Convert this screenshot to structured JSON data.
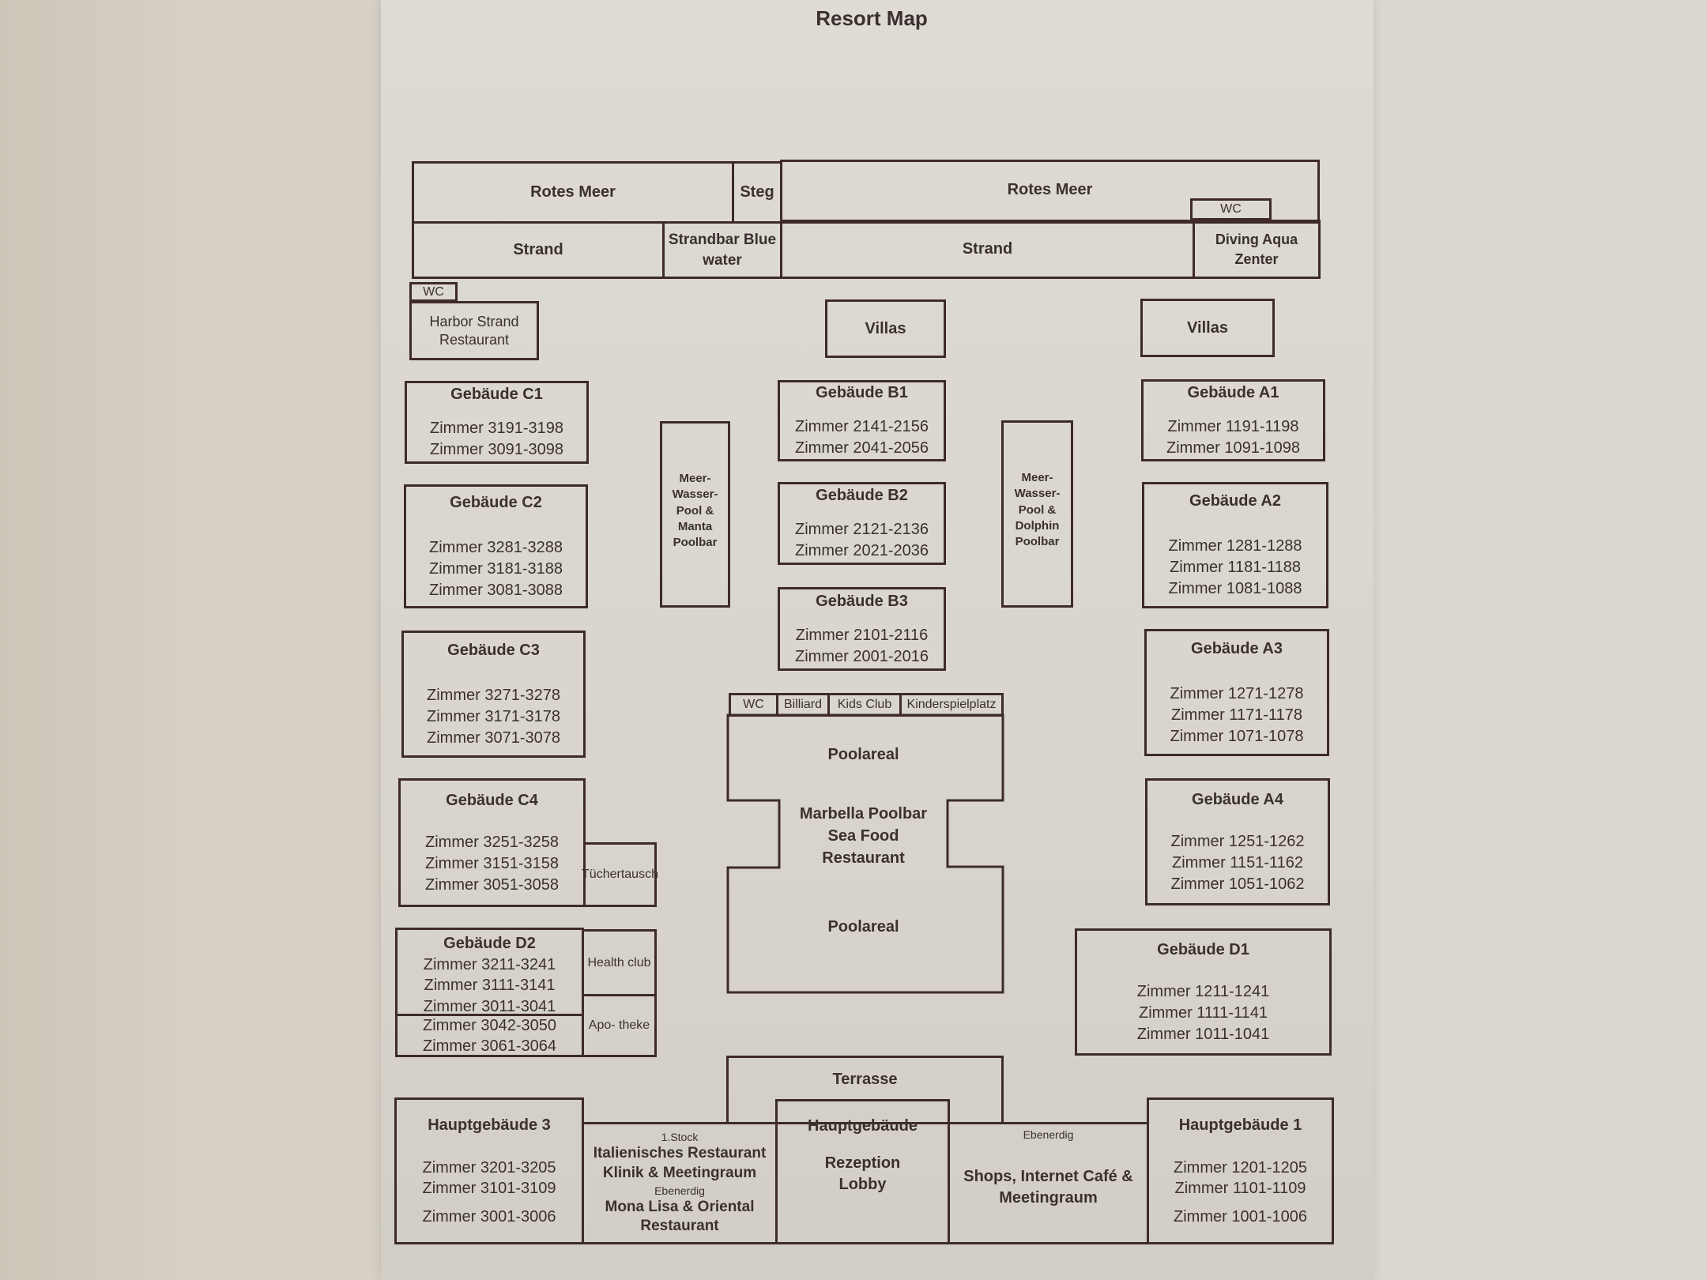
{
  "title": "Resort Map",
  "top": {
    "sea_left": "Rotes Meer",
    "pier": "Steg",
    "sea_right": "Rotes Meer",
    "wc": "WC",
    "beach_left": "Strand",
    "beach_bar": "Strandbar Blue water",
    "beach_right": "Strand",
    "diving": "Diving Aqua Zenter"
  },
  "harbor": {
    "wc": "WC",
    "name": "Harbor Strand Restaurant"
  },
  "villas": [
    "Villas",
    "Villas"
  ],
  "pools": {
    "left": "Meer-Wasser-Pool & Manta Poolbar",
    "right": "Meer-Wasser-Pool & Dolphin Poolbar"
  },
  "buildings": {
    "c1": {
      "name": "Gebäude C1",
      "rooms": [
        "Zimmer 3191-3198",
        "Zimmer 3091-3098"
      ]
    },
    "c2": {
      "name": "Gebäude C2",
      "rooms": [
        "Zimmer 3281-3288",
        "Zimmer 3181-3188",
        "Zimmer 3081-3088"
      ]
    },
    "c3": {
      "name": "Gebäude C3",
      "rooms": [
        "Zimmer 3271-3278",
        "Zimmer 3171-3178",
        "Zimmer 3071-3078"
      ]
    },
    "c4": {
      "name": "Gebäude C4",
      "rooms": [
        "Zimmer 3251-3258",
        "Zimmer 3151-3158",
        "Zimmer 3051-3058"
      ]
    },
    "d2": {
      "name": "Gebäude D2",
      "rooms": [
        "Zimmer 3211-3241",
        "Zimmer 3111-3141",
        "Zimmer 3011-3041",
        "Zimmer 3042-3050",
        "Zimmer 3061-3064"
      ]
    },
    "b1": {
      "name": "Gebäude B1",
      "rooms": [
        "Zimmer 2141-2156",
        "Zimmer 2041-2056"
      ]
    },
    "b2": {
      "name": "Gebäude B2",
      "rooms": [
        "Zimmer 2121-2136",
        "Zimmer 2021-2036"
      ]
    },
    "b3": {
      "name": "Gebäude B3",
      "rooms": [
        "Zimmer 2101-2116",
        "Zimmer 2001-2016"
      ]
    },
    "a1": {
      "name": "Gebäude A1",
      "rooms": [
        "Zimmer 1191-1198",
        "Zimmer 1091-1098"
      ]
    },
    "a2": {
      "name": "Gebäude A2",
      "rooms": [
        "Zimmer 1281-1288",
        "Zimmer 1181-1188",
        "Zimmer 1081-1088"
      ]
    },
    "a3": {
      "name": "Gebäude A3",
      "rooms": [
        "Zimmer 1271-1278",
        "Zimmer 1171-1178",
        "Zimmer 1071-1078"
      ]
    },
    "a4": {
      "name": "Gebäude A4",
      "rooms": [
        "Zimmer 1251-1262",
        "Zimmer 1151-1162",
        "Zimmer 1051-1062"
      ]
    },
    "d1": {
      "name": "Gebäude D1",
      "rooms": [
        "Zimmer 1211-1241",
        "Zimmer 1111-1141",
        "Zimmer 1011-1041"
      ]
    }
  },
  "facilities": {
    "towel": "Tüchertausch",
    "health": "Health club",
    "pharmacy": "Apo- theke"
  },
  "pool_area": {
    "wc": "WC",
    "billiard": "Billiard",
    "kids": "Kids Club",
    "playground": "Kinderspielplatz",
    "area_top": "Poolareal",
    "center": [
      "Marbella Poolbar",
      "Sea Food",
      "Restaurant"
    ],
    "area_bottom": "Poolareal"
  },
  "terrace": "Terrasse",
  "main": {
    "h3": {
      "name": "Hauptgebäude 3",
      "rooms": [
        "Zimmer 3201-3205",
        "Zimmer 3101-3109",
        "Zimmer 3001-3006"
      ]
    },
    "italian": {
      "floor1": "1.Stock",
      "line1": "Italienisches Restaurant",
      "line2": "Klinik & Meetingraum",
      "ground": "Ebenerdig",
      "line3": "Mona Lisa & Oriental Restaurant"
    },
    "center": {
      "name": "Hauptgebäude",
      "line1": "Rezeption",
      "line2": "Lobby"
    },
    "shops": {
      "ground": "Ebenerdig",
      "text": "Shops, Internet Café & Meetingraum"
    },
    "h1": {
      "name": "Hauptgebäude 1",
      "rooms": [
        "Zimmer 1201-1205",
        "Zimmer 1101-1109",
        "Zimmer 1001-1006"
      ]
    }
  }
}
